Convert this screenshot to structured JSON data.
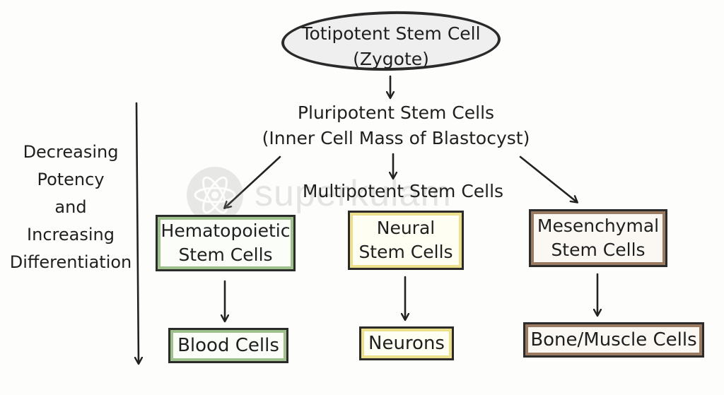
{
  "root": {
    "line1": "Totipotent Stem Cell",
    "line2": "(Zygote)"
  },
  "pluripotent": {
    "line1": "Pluripotent Stem Cells",
    "line2": "(Inner Cell Mass of Blastocyst)"
  },
  "multipotent_label": "Multipotent Stem Cells",
  "side_label": {
    "line1": "Decreasing",
    "line2": "Potency",
    "line3": "and",
    "line4": "Increasing",
    "line5": "Differentiation"
  },
  "branches": [
    {
      "stem_line1": "Hematopoietic",
      "stem_line2": "Stem Cells",
      "outcome": "Blood Cells",
      "color": "#9ec08a"
    },
    {
      "stem_line1": "Neural",
      "stem_line2": "Stem Cells",
      "outcome": "Neurons",
      "color": "#ece08a"
    },
    {
      "stem_line1": "Mesenchymal",
      "stem_line2": "Stem Cells",
      "outcome": "Bone/Muscle Cells",
      "color": "#9b7a62"
    }
  ],
  "watermark": {
    "text": "superkulam",
    "icon": "atom-icon"
  }
}
